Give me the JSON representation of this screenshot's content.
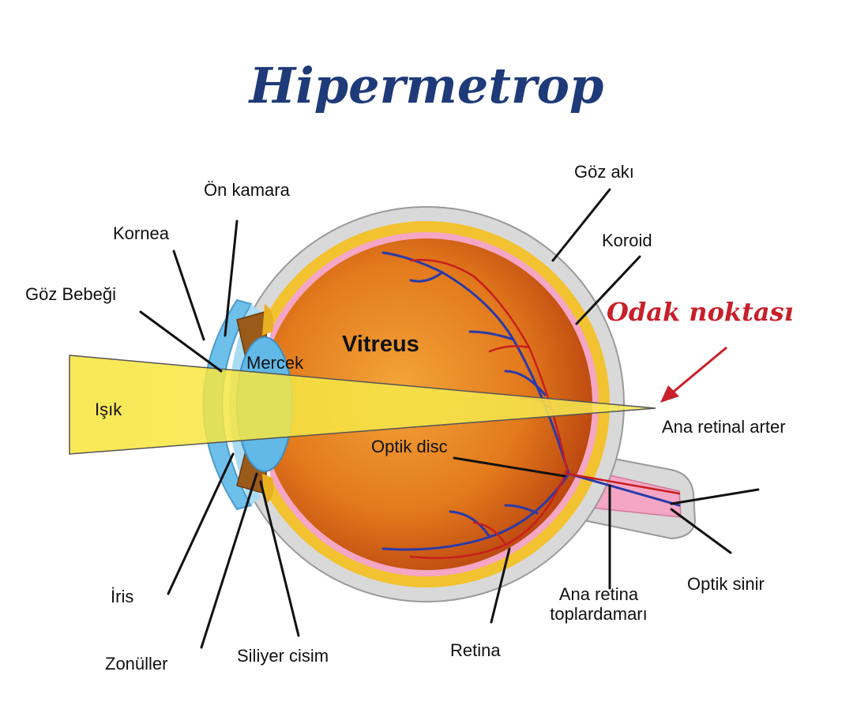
{
  "title": "Hipermetrop",
  "focal_label": "Odak noktası",
  "labels": {
    "on_kamara": "Ön kamara",
    "kornea": "Kornea",
    "goz_bebegi": "Göz Bebeği",
    "mercek": "Mercek",
    "vitreus": "Vitreus",
    "isik": "Işık",
    "goz_aki": "Göz akı",
    "koroid": "Koroid",
    "ana_retinal_arter": "Ana retinal arter",
    "optik_disc": "Optik disc",
    "optik_sinir": "Optik sinir",
    "ana_retina_toplardamari_1": "Ana retina",
    "ana_retina_toplardamari_2": "toplardamarı",
    "retina": "Retina",
    "siliyer_cisim": "Siliyer cisim",
    "zonuller": "Zonüller",
    "iris": "İris"
  },
  "colors": {
    "title": "#1e3a78",
    "focal": "#c8202a",
    "sclera": "#d9d9d9",
    "choroid": "#f2c230",
    "retina": "#f4a6c4",
    "vitreous": "#e0701a",
    "light": "#f6e53c",
    "cornea": "#6ec0ea",
    "artery": "#c81e1e",
    "vein": "#2a3aa8"
  }
}
